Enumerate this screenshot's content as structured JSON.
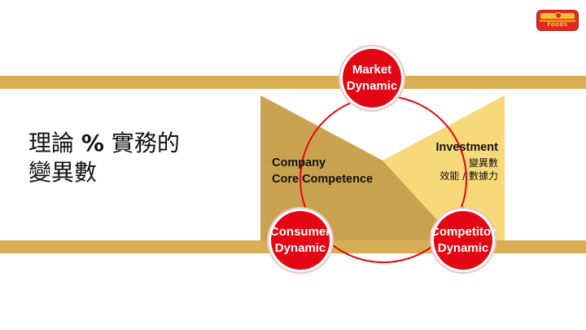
{
  "slide": {
    "title_part1": "理論 ",
    "title_pct": "%",
    "title_part2": " 實務的",
    "title_line2": "變異數"
  },
  "logo": {
    "text": "FOODS"
  },
  "diagram": {
    "left_triangle_label_line1": "Company",
    "left_triangle_label_line2": "Core Competence",
    "right_triangle_title": "Investment",
    "right_triangle_line1": "變異數",
    "right_triangle_line2": "效能 / 數據力",
    "nodes": {
      "market_line1": "Market",
      "market_line2": "Dynamic",
      "consumer_line1": "Consumer",
      "consumer_line2": "Dynamic",
      "competitor_line1": "Competitor",
      "competitor_line2": "Dynamic"
    }
  },
  "colors": {
    "band": "#d8ae55",
    "left_triangle": "#c9a24f",
    "right_triangle": "#f8d97a",
    "node_fill": "#e30613",
    "node_ring": "#f3c1c1",
    "connector": "#e30613"
  }
}
